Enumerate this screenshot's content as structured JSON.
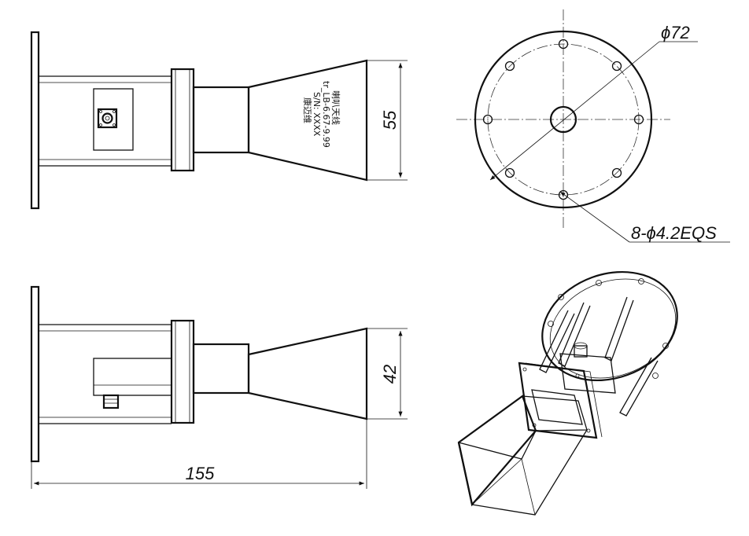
{
  "drawing": {
    "dimensions": {
      "aperture_height_top": "55",
      "aperture_height_side": "42",
      "overall_length": "155",
      "flange_diameter": "ϕ72",
      "mounting_holes": "8-ϕ4.2EQS"
    },
    "horn_label": {
      "line1": "喇叭天线",
      "line2": "tr_LB-6.67-9.99",
      "line3": "S/N: XXXX",
      "line4": "康迈维"
    }
  }
}
